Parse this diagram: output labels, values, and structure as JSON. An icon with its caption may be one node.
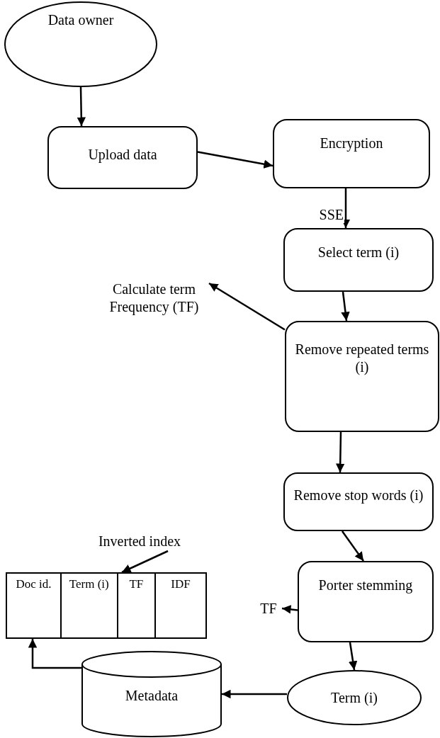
{
  "diagram": {
    "nodes": [
      {
        "text": [
          "Data owner"
        ]
      },
      {
        "text": [
          "Upload data"
        ]
      },
      {
        "text": [
          "Encryption"
        ]
      },
      {
        "text": [
          "Select term (i)"
        ]
      },
      {
        "text": [
          "Remove repeated terms (i)"
        ]
      },
      {
        "text": [
          "Calculate term Frequency (TF)"
        ]
      },
      {
        "text": [
          "Remove stop words (i)"
        ]
      },
      {
        "text": [
          "Porter stemming"
        ]
      },
      {
        "text": [
          "TF"
        ]
      },
      {
        "text": [
          "Doc id.",
          "Term (i)",
          "TF",
          "IDF"
        ]
      },
      {
        "text": [
          "Inverted index"
        ]
      },
      {
        "text": [
          "Metadata"
        ]
      },
      {
        "text": [
          "Term (i)"
        ]
      }
    ],
    "edges": [
      {
        "from": 0,
        "to": 1,
        "arrow": "to"
      },
      {
        "from": 1,
        "to": 2,
        "arrow": "to"
      },
      {
        "from": 2,
        "to": 3,
        "arrow": "to",
        "label": "SSE"
      },
      {
        "from": 3,
        "to": 4,
        "arrow": "to"
      },
      {
        "from": 4,
        "to": 5,
        "arrow": "to"
      },
      {
        "from": 4,
        "to": 6,
        "arrow": "to"
      },
      {
        "from": 6,
        "to": 7,
        "arrow": "to"
      },
      {
        "from": 7,
        "to": 8,
        "arrow": "to"
      },
      {
        "from": 7,
        "to": 12,
        "arrow": "to"
      },
      {
        "from": 12,
        "to": 11,
        "arrow": "to"
      },
      {
        "from": 11,
        "to": 9,
        "arrow": "to"
      },
      {
        "from": 10,
        "to": 9,
        "arrow": "to"
      }
    ]
  }
}
